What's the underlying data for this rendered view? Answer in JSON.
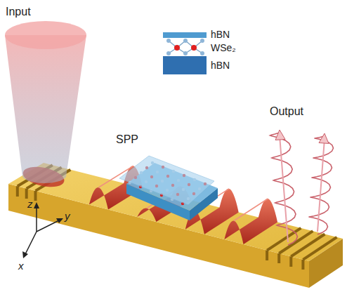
{
  "diagram": {
    "labels": [
      "Input",
      "SPP",
      "hBN",
      "WSe₂",
      "hBN",
      "Output",
      "z",
      "y",
      "x"
    ]
  }
}
